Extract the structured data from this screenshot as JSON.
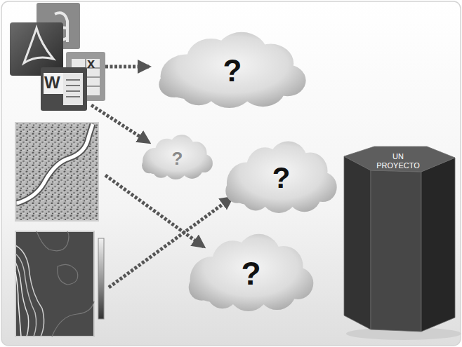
{
  "diagram": {
    "nodes": [
      {
        "text": [
          "?"
        ]
      },
      {
        "text": [
          "?"
        ]
      },
      {
        "text": [
          "?"
        ]
      },
      {
        "text": [
          "UN PROYECTO"
        ]
      },
      {
        "text": [
          "?"
        ]
      }
    ],
    "labels": [
      "W",
      "x"
    ]
  }
}
